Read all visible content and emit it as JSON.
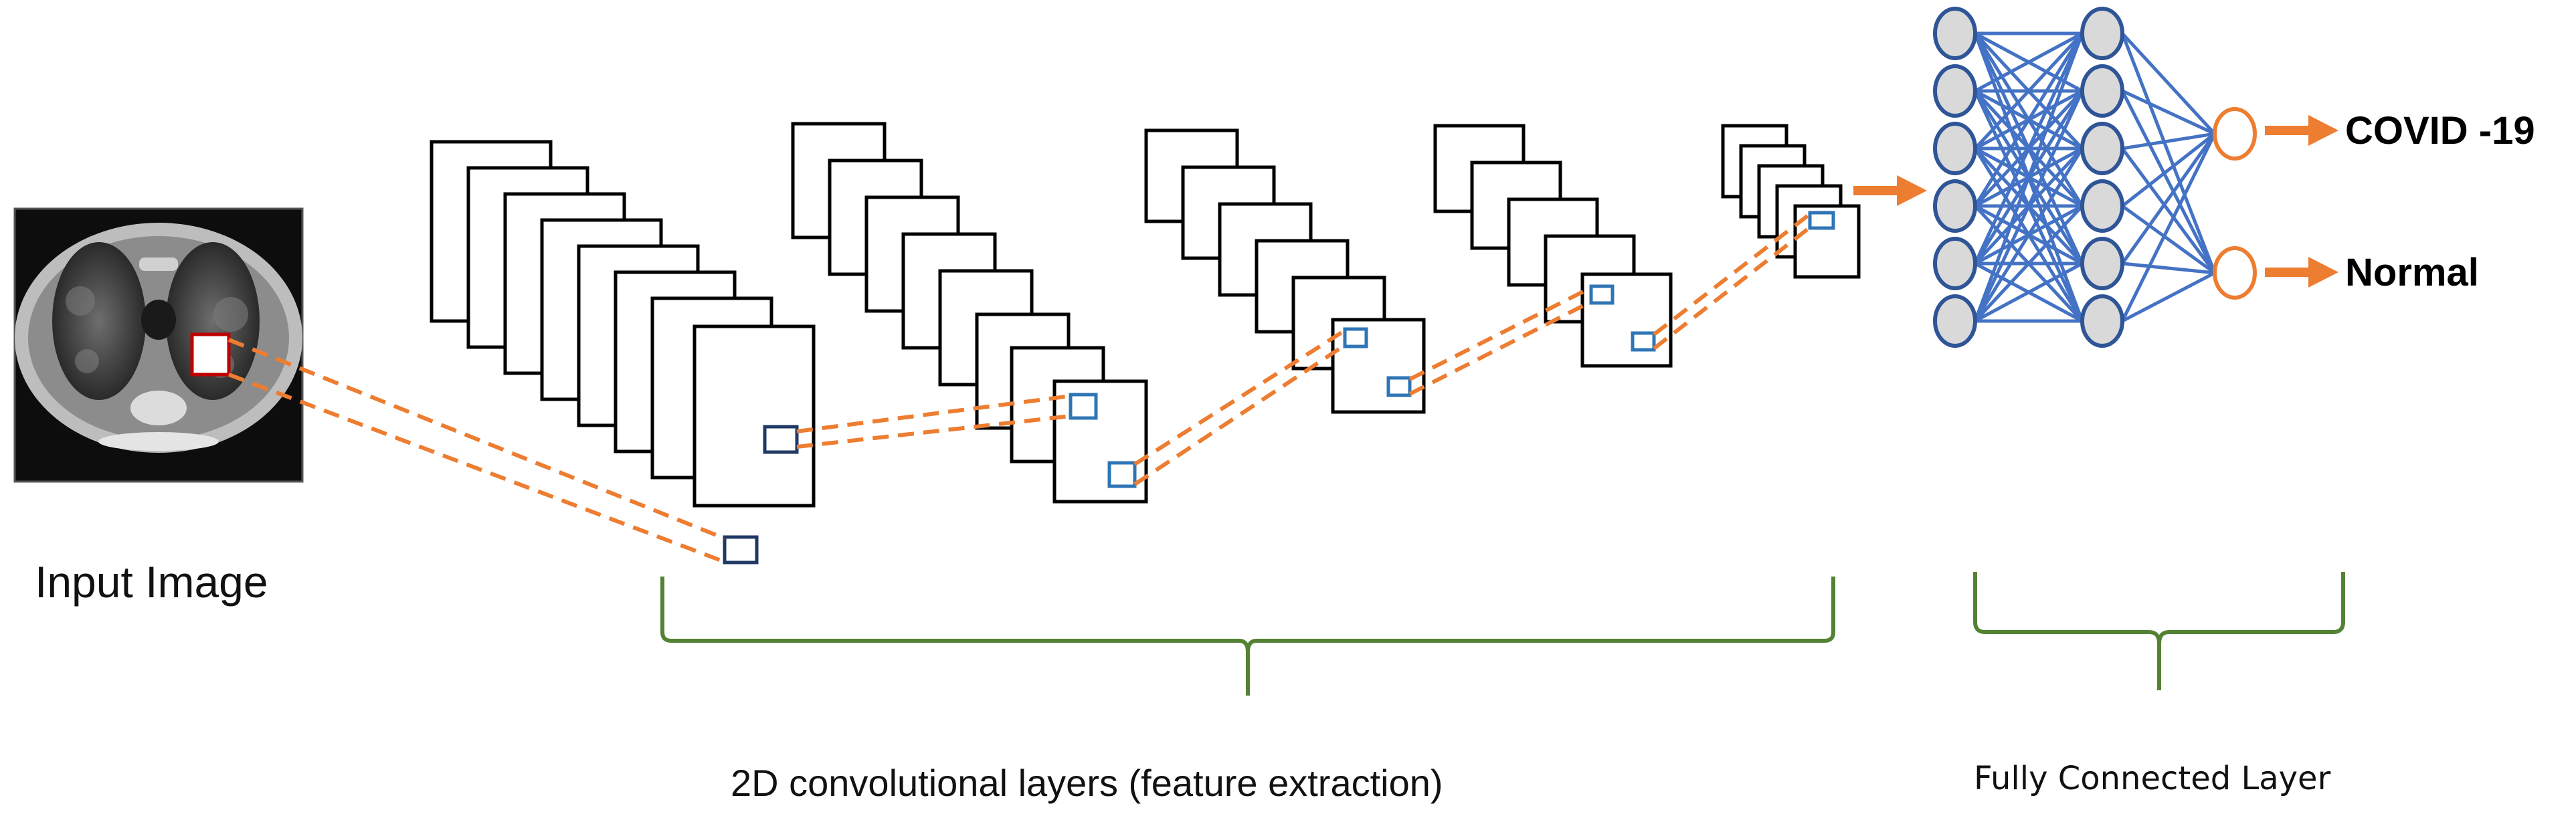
{
  "labels": {
    "input_image": "Input Image",
    "conv_layers": "2D convolutional layers (feature extraction)",
    "fully_connected": "Fully Connected Layer",
    "class_covid": "COVID -19",
    "class_normal": "Normal"
  },
  "network": {
    "fc_layer1_nodes": 6,
    "fc_layer2_nodes": 6,
    "output_nodes": 2
  },
  "colors": {
    "arrow_orange": "#ed7d31",
    "neuron_outline": "#2f5597",
    "neuron_fill": "#d9d9d9",
    "connection_blue": "#4472c4",
    "brace_green": "#548235",
    "kernel_dark": "#1f3864",
    "kernel_light": "#2e75b6",
    "roi_red": "#c00000"
  }
}
